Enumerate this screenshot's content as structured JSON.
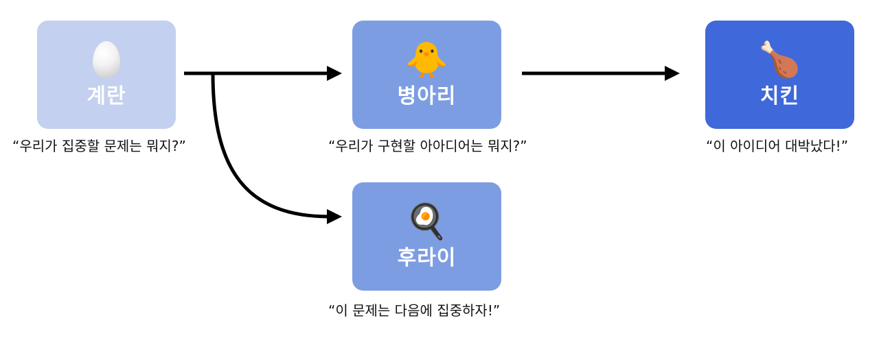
{
  "colors": {
    "egg": "#c3d0ef",
    "chick": "#7d9de3",
    "fry": "#7d9de3",
    "chicken": "#3f68da",
    "arrow": "#000000"
  },
  "nodes": {
    "egg": {
      "icon": "egg-icon",
      "label": "계란",
      "caption": "“우리가 집중할 문제는 뭐지?”"
    },
    "chick": {
      "icon": "hatching-chick-icon",
      "emoji": "🐥",
      "label": "병아리",
      "caption": "“우리가 구현할 아아디어는 뭐지?”"
    },
    "chicken": {
      "icon": "poultry-leg-icon",
      "emoji": "🍗",
      "label": "치킨",
      "caption": "“이 아이디어 대박났다!”"
    },
    "fry": {
      "icon": "frying-pan-egg-icon",
      "emoji": "🍳",
      "label": "후라이",
      "caption": "“이 문제는 다음에 집중하자!”"
    }
  }
}
